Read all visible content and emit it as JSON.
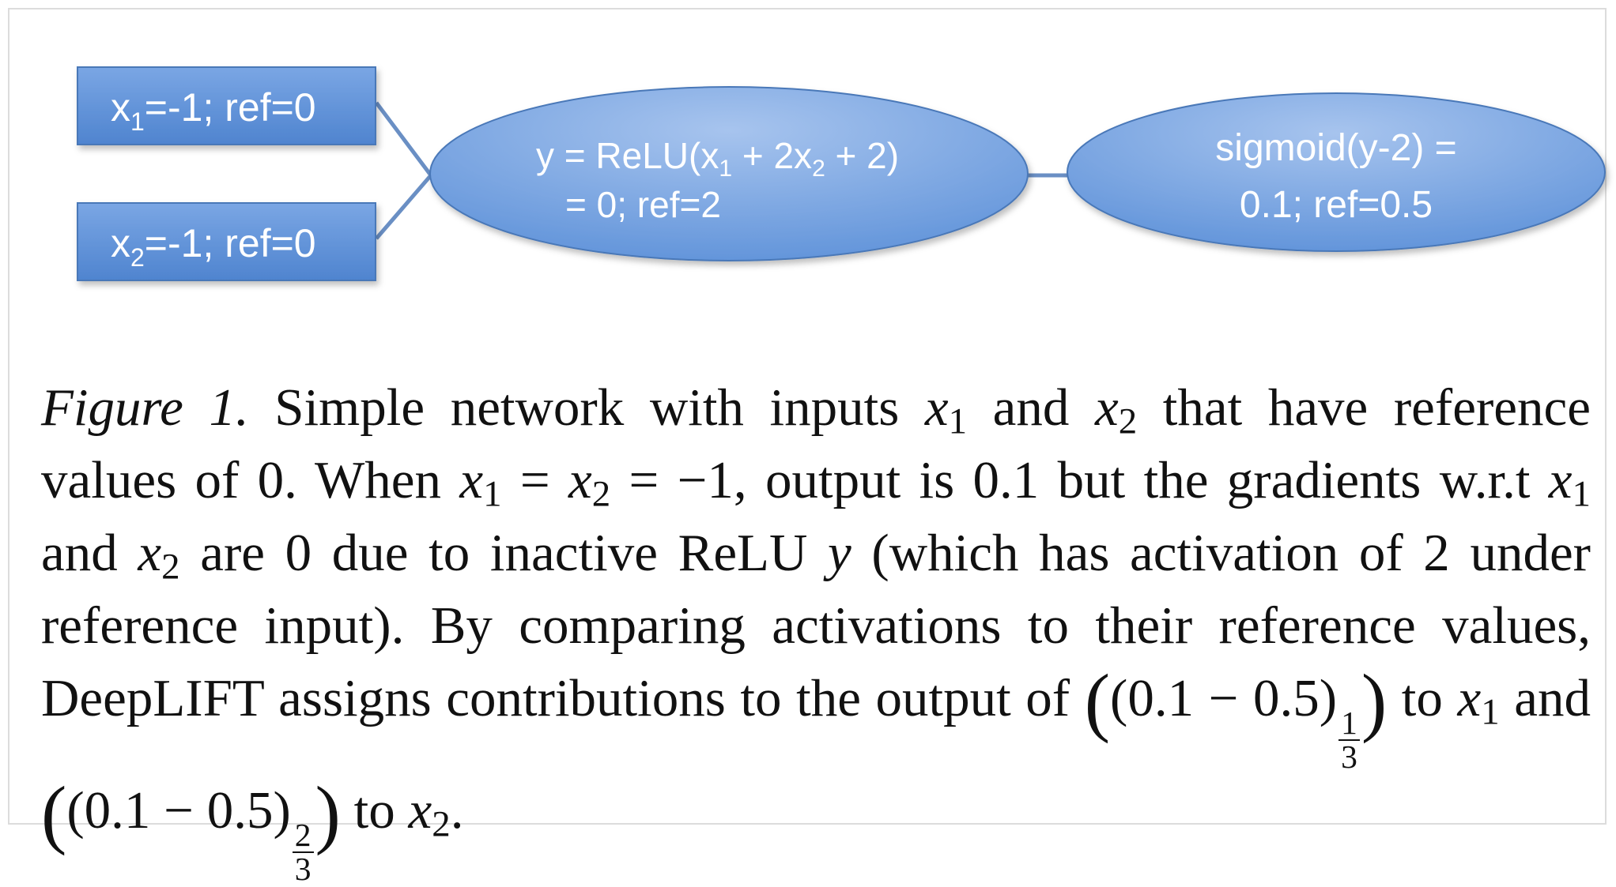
{
  "diagram": {
    "input1": {
      "var": "x",
      "sub": "1",
      "rest": "=-1; ref=0"
    },
    "input2": {
      "var": "x",
      "sub": "2",
      "rest": "=-1; ref=0"
    },
    "relu_node": {
      "line1_a": "y = ReLU(x",
      "line1_sub1": "1",
      "line1_b": " + 2x",
      "line1_sub2": "2",
      "line1_c": " + 2)",
      "line2": "= 0; ref=2"
    },
    "sigmoid_node": {
      "line1": "sigmoid(y-2) =",
      "line2": "0.1; ref=0.5"
    },
    "colors": {
      "fill": "#5b8fd6",
      "fill_light": "#a9c6ef",
      "stroke": "#4a78b8",
      "edge": "#5b7fb3"
    }
  },
  "caption": {
    "label": "Figure 1.",
    "s1": " Simple network with inputs ",
    "x": "x",
    "sub1": "1",
    "sub2": "2",
    "and": " and ",
    "s2": " that have reference values of 0. When ",
    "eq": " = ",
    "s3": " = −1, output is 0.1 but the gradients w.r.t ",
    "s4": " are 0 due to inactive ReLU ",
    "y": "y",
    "s5": " (which has activation of 2 under reference input). By comparing activations to their reference values, DeepLIFT assigns contributions to the output of ",
    "expr": "(0.1 − 0.5)",
    "frac1_num": "1",
    "frac1_den": "3",
    "frac2_num": "2",
    "frac2_den": "3",
    "to": " to ",
    "end": "."
  }
}
